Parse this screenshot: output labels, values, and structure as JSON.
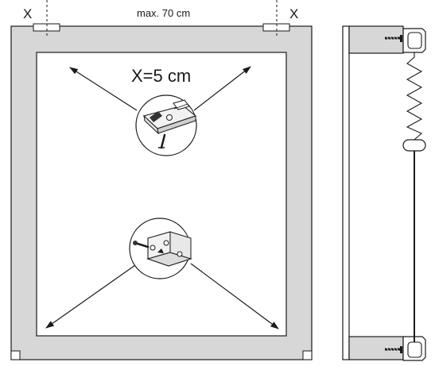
{
  "labels": {
    "left_margin": "X",
    "right_margin": "X",
    "max_width": "max. 70 cm",
    "margin_value": "X=5 cm"
  },
  "colors": {
    "frame": "#d7d7d7",
    "line": "#1a1a1a",
    "background": "#ffffff"
  },
  "icons": {
    "upper_detail": "top-bracket-clip-icon",
    "lower_detail": "bottom-bracket-clip-icon",
    "arrows": "diagonal-arrow-icon",
    "side_spring": "tension-spring-icon"
  }
}
